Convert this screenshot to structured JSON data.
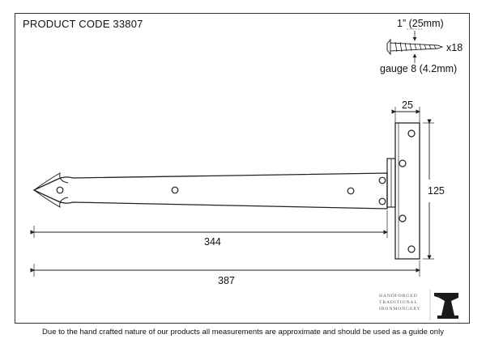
{
  "header": {
    "product_code": "PRODUCT CODE 33807"
  },
  "screw": {
    "length_label": "1” (25mm)",
    "quantity_label": "x18",
    "gauge_label": "gauge 8 (4.2mm)"
  },
  "dimensions": {
    "plate_width": "25",
    "plate_height": "125",
    "strap_length": "344",
    "overall_length": "387"
  },
  "brand": {
    "lines": [
      "HANDFORGED",
      "TRADITIONAL",
      "IRONMONGERY"
    ],
    "logo_icon": "anvil-logo-icon"
  },
  "footer": {
    "disclaimer": "Due to the hand crafted nature of our products all measurements are approximate and should be used as a guide only"
  }
}
